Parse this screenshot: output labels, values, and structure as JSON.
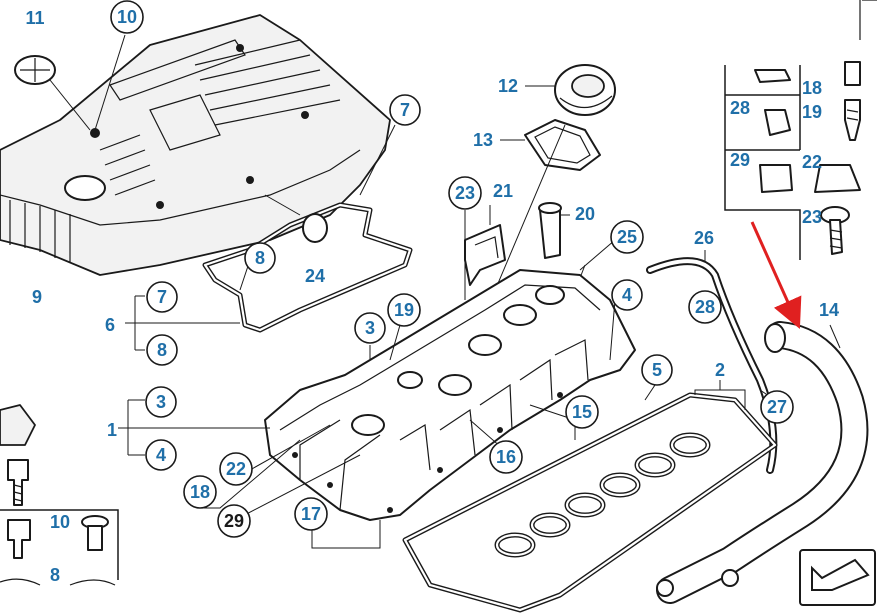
{
  "diagram": {
    "accent_label_color": "#1f6fa8",
    "highlight_arrow_color": "#e02020",
    "callouts": [
      {
        "id": "c11",
        "text": "11",
        "circled": false
      },
      {
        "id": "c10a",
        "text": "10",
        "circled": true
      },
      {
        "id": "c7a",
        "text": "7",
        "circled": true
      },
      {
        "id": "c8a",
        "text": "8",
        "circled": true
      },
      {
        "id": "c24",
        "text": "24",
        "circled": false
      },
      {
        "id": "c9",
        "text": "9",
        "circled": false
      },
      {
        "id": "c12",
        "text": "12",
        "circled": false
      },
      {
        "id": "c13",
        "text": "13",
        "circled": false
      },
      {
        "id": "c23a",
        "text": "23",
        "circled": true
      },
      {
        "id": "c21",
        "text": "21",
        "circled": false
      },
      {
        "id": "c20",
        "text": "20",
        "circled": false
      },
      {
        "id": "c25",
        "text": "25",
        "circled": true
      },
      {
        "id": "c26",
        "text": "26",
        "circled": false
      },
      {
        "id": "c4a",
        "text": "4",
        "circled": true
      },
      {
        "id": "c28a",
        "text": "28",
        "circled": true
      },
      {
        "id": "c14",
        "text": "14",
        "circled": false
      },
      {
        "id": "c6",
        "text": "6",
        "circled": false
      },
      {
        "id": "c7b",
        "text": "7",
        "circled": true
      },
      {
        "id": "c8b",
        "text": "8",
        "circled": true
      },
      {
        "id": "c3a",
        "text": "3",
        "circled": true
      },
      {
        "id": "c19a",
        "text": "19",
        "circled": true
      },
      {
        "id": "c1",
        "text": "1",
        "circled": false
      },
      {
        "id": "c3b",
        "text": "3",
        "circled": true
      },
      {
        "id": "c4b",
        "text": "4",
        "circled": true
      },
      {
        "id": "c5",
        "text": "5",
        "circled": true
      },
      {
        "id": "c2",
        "text": "2",
        "circled": false
      },
      {
        "id": "c27",
        "text": "27",
        "circled": true
      },
      {
        "id": "c15",
        "text": "15",
        "circled": true
      },
      {
        "id": "c16",
        "text": "16",
        "circled": true
      },
      {
        "id": "c22a",
        "text": "22",
        "circled": true
      },
      {
        "id": "c18a",
        "text": "18",
        "circled": true
      },
      {
        "id": "c29a",
        "text": "29",
        "circled": true,
        "dark": true
      },
      {
        "id": "c17",
        "text": "17",
        "circled": true
      },
      {
        "id": "c10b",
        "text": "10",
        "circled": false
      },
      {
        "id": "c8c",
        "text": "8",
        "circled": false
      },
      {
        "id": "c18b",
        "text": "18",
        "circled": false
      },
      {
        "id": "c28b",
        "text": "28",
        "circled": false
      },
      {
        "id": "c19b",
        "text": "19",
        "circled": false
      },
      {
        "id": "c29b",
        "text": "29",
        "circled": false
      },
      {
        "id": "c22b",
        "text": "22",
        "circled": false
      },
      {
        "id": "c23b",
        "text": "23",
        "circled": false
      }
    ]
  }
}
